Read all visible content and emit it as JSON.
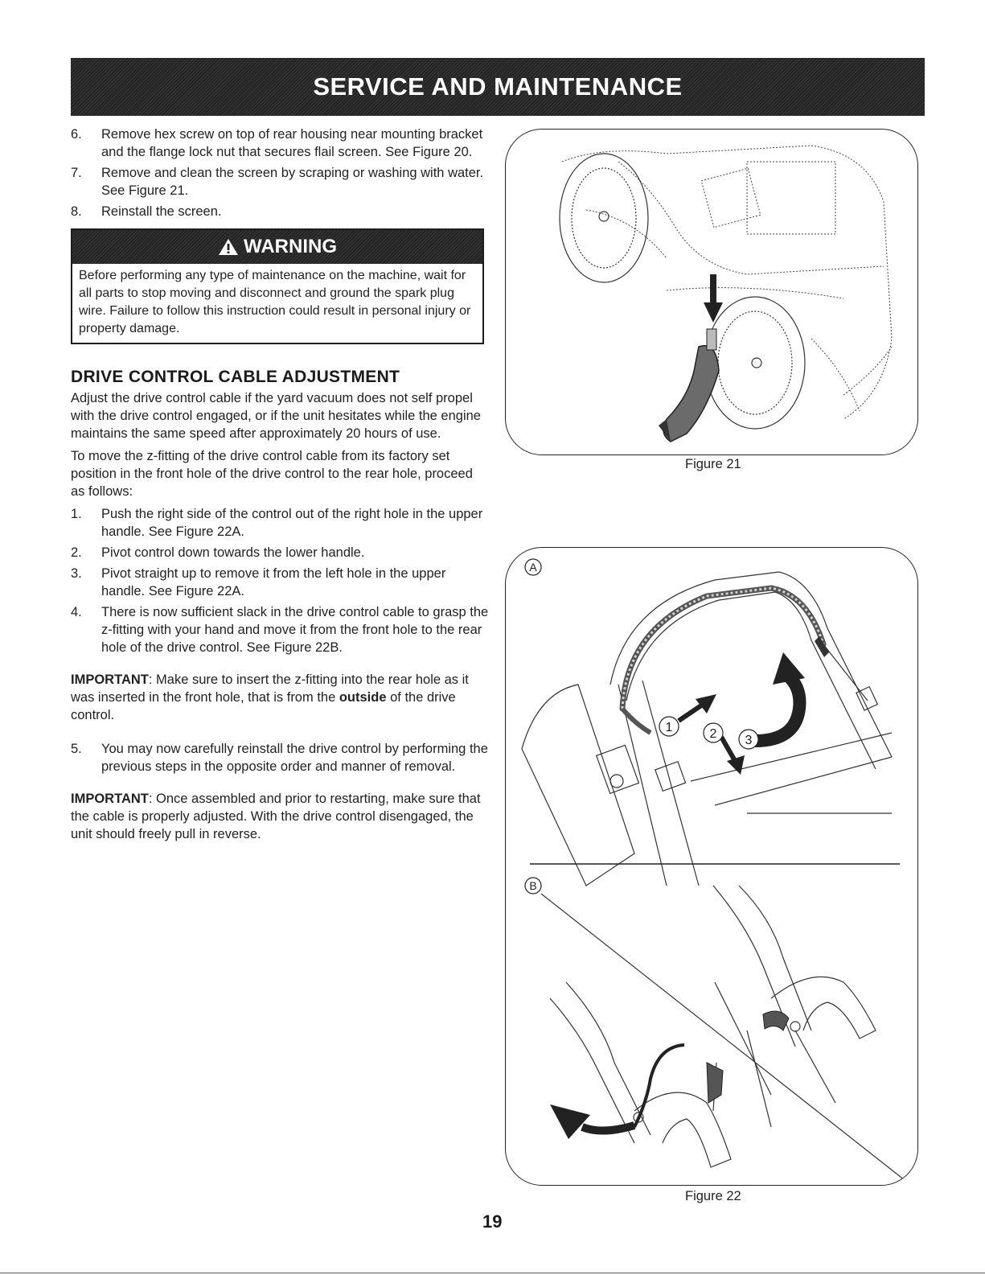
{
  "banner": {
    "title": "SERVICE AND MAINTENANCE"
  },
  "steps_top": [
    {
      "num": "6.",
      "text": "Remove hex screw on top of rear housing near mounting bracket and the flange lock nut that secures flail screen. See Figure 20."
    },
    {
      "num": "7.",
      "text": "Remove and clean the screen by scraping or washing with water. See Figure 21."
    },
    {
      "num": "8.",
      "text": "Reinstall the screen."
    }
  ],
  "warning": {
    "title": "WARNING",
    "body": "Before performing any type of maintenance on the machine, wait for all parts to stop moving and disconnect and ground the spark plug wire. Failure to follow this instruction could result in personal injury or property damage."
  },
  "section": {
    "title": "DRIVE CONTROL CABLE ADJUSTMENT",
    "intro": "Adjust the drive control cable if the yard vacuum does not self propel with the drive control engaged, or if the unit hesitates while the engine maintains the same speed after approximately 20 hours of use.",
    "intro2": "To move the z-fitting of the drive control cable from its factory set position in the front hole of the drive control to the rear hole, proceed as follows:",
    "steps": [
      {
        "num": "1.",
        "text": "Push the right side of the control out of the right hole in the upper handle. See Figure 22A."
      },
      {
        "num": "2.",
        "text": "Pivot control down towards the lower handle."
      },
      {
        "num": "3.",
        "text": "Pivot straight up to remove it from the left hole in the upper handle. See Figure 22A."
      },
      {
        "num": "4.",
        "text": "There is now sufficient slack in the drive control cable to grasp the z-fitting with your hand and move it from the front hole to the rear hole of the drive control. See Figure 22B."
      }
    ],
    "important1": {
      "label": "IMPORTANT",
      "text_a": ": Make sure to insert the z-fitting into the rear hole as it was inserted in the front hole, that is from the ",
      "bold": "outside",
      "text_b": " of the drive control."
    },
    "step5": {
      "num": "5.",
      "text": "You may now carefully reinstall the drive control by performing the previous steps in the opposite order and manner of removal."
    },
    "important2": {
      "label": "IMPORTANT",
      "text": ": Once assembled and prior to restarting, make sure that the cable is properly adjusted. With the drive control disengaged, the unit should freely pull in reverse."
    }
  },
  "figures": {
    "fig21_caption": "Figure 21",
    "fig22_caption": "Figure 22",
    "fig22_labels": {
      "a": "A",
      "b": "B",
      "c1": "1",
      "c2": "2",
      "c3": "3"
    }
  },
  "page_number": "19"
}
